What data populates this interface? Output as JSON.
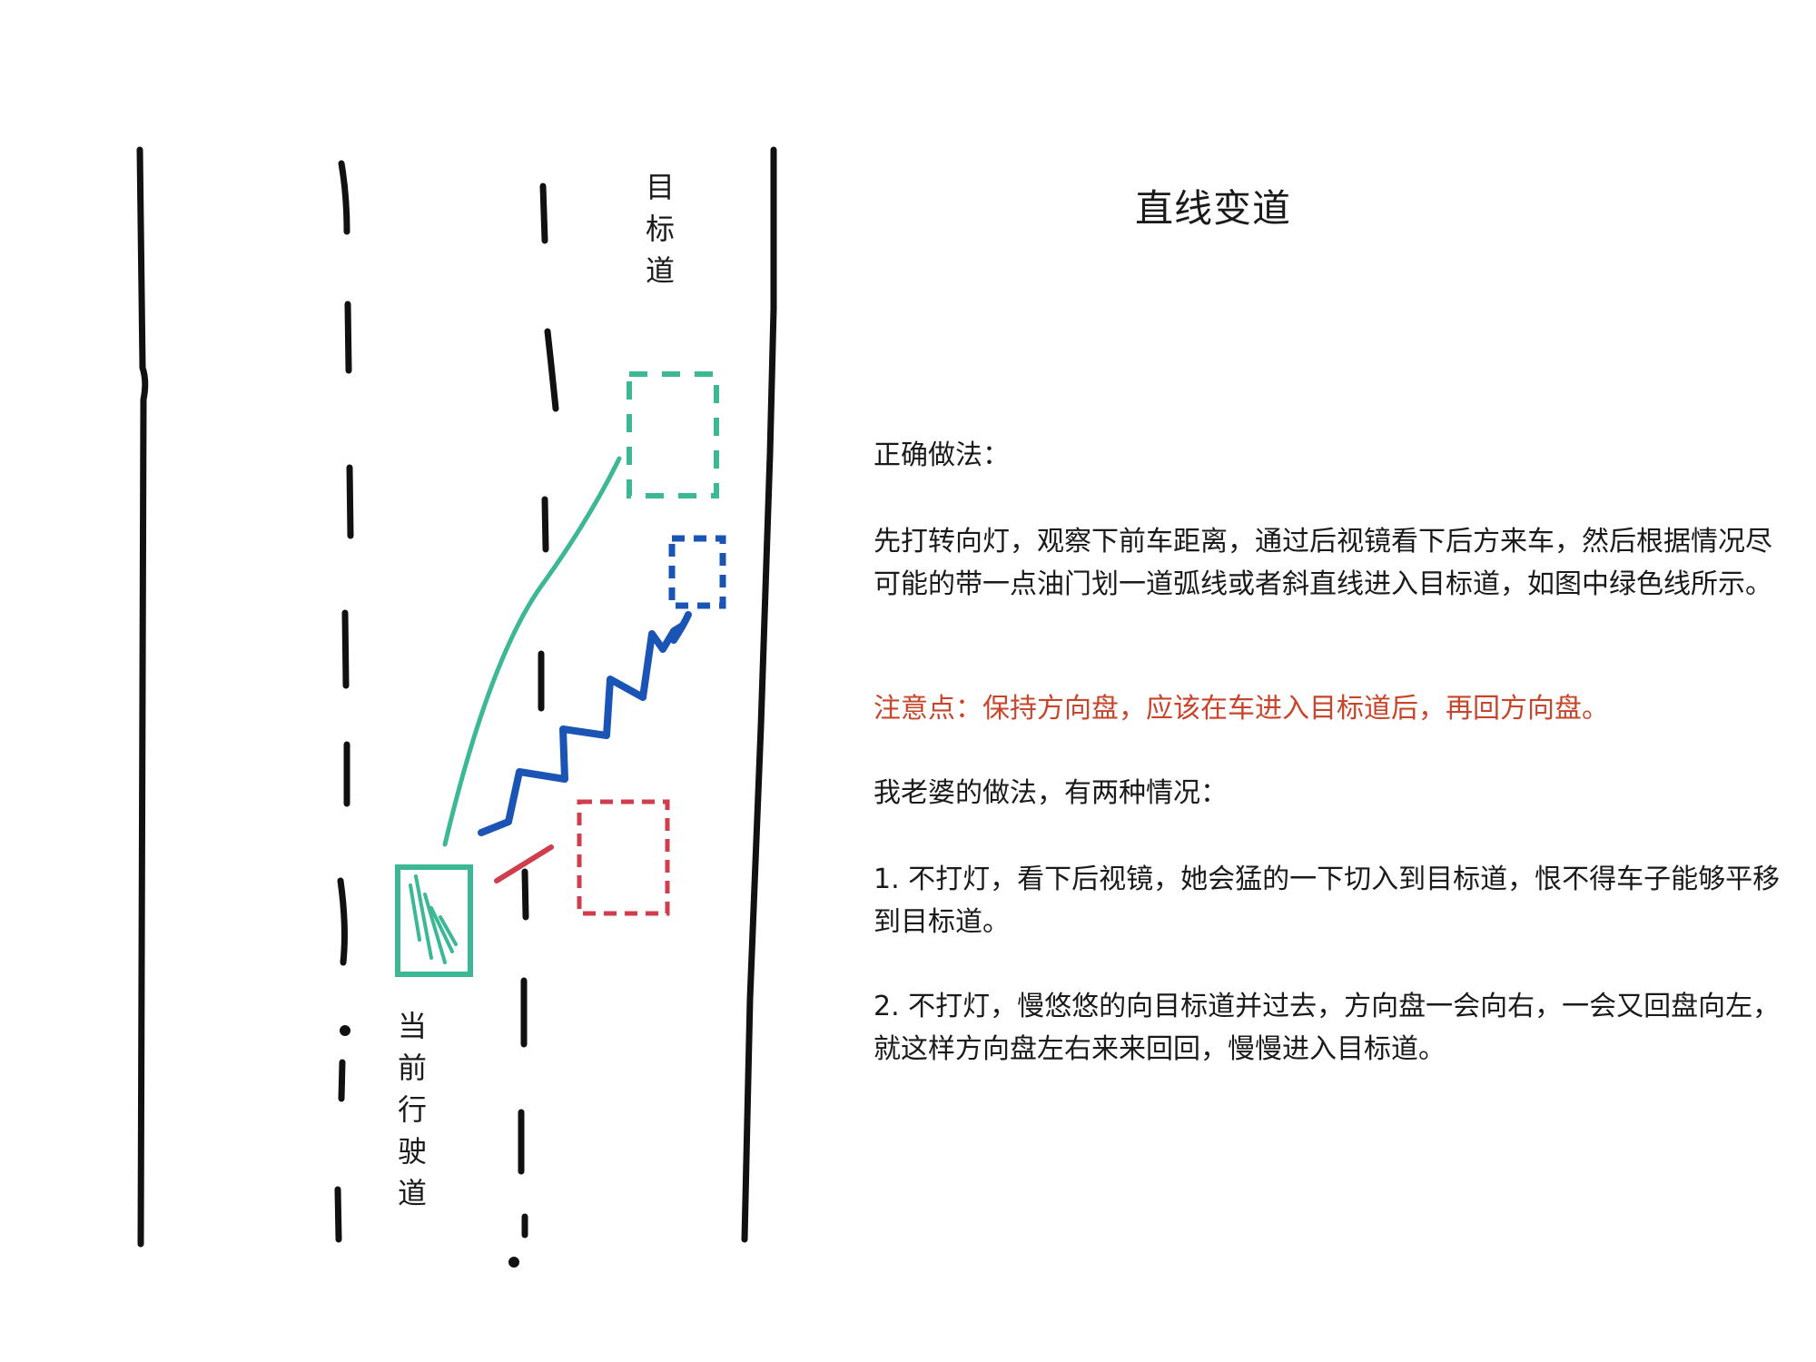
{
  "title": "直线变道",
  "lane_labels": {
    "target_lane": [
      "目",
      "标",
      "道"
    ],
    "current_lane": [
      "当",
      "前",
      "行",
      "驶",
      "道"
    ]
  },
  "text": {
    "correct_heading": "正确做法：",
    "correct_body": "先打转向灯，观察下前车距离，通过后视镜看下后方来车，然后根据情况尽可能的带一点油门划一道弧线或者斜直线进入目标道，如图中绿色线所示。",
    "warning": "注意点：保持方向盘，应该在车进入目标道后，再回方向盘。",
    "wife_heading": "我老婆的做法，有两种情况：",
    "case1": "1. 不打灯，看下后视镜，她会猛的一下切入到目标道，恨不得车子能够平移到目标道。",
    "case2": "2. 不打灯，慢悠悠的向目标道并过去，方向盘一会向右，一会又回盘向左，就这样方向盘左右来来回回，慢慢进入目标道。"
  },
  "colors": {
    "road_line": "#111111",
    "green_path": "#3cb896",
    "blue_path": "#1a55b5",
    "red_path": "#d03d4c",
    "warning_text": "#c8442b"
  }
}
